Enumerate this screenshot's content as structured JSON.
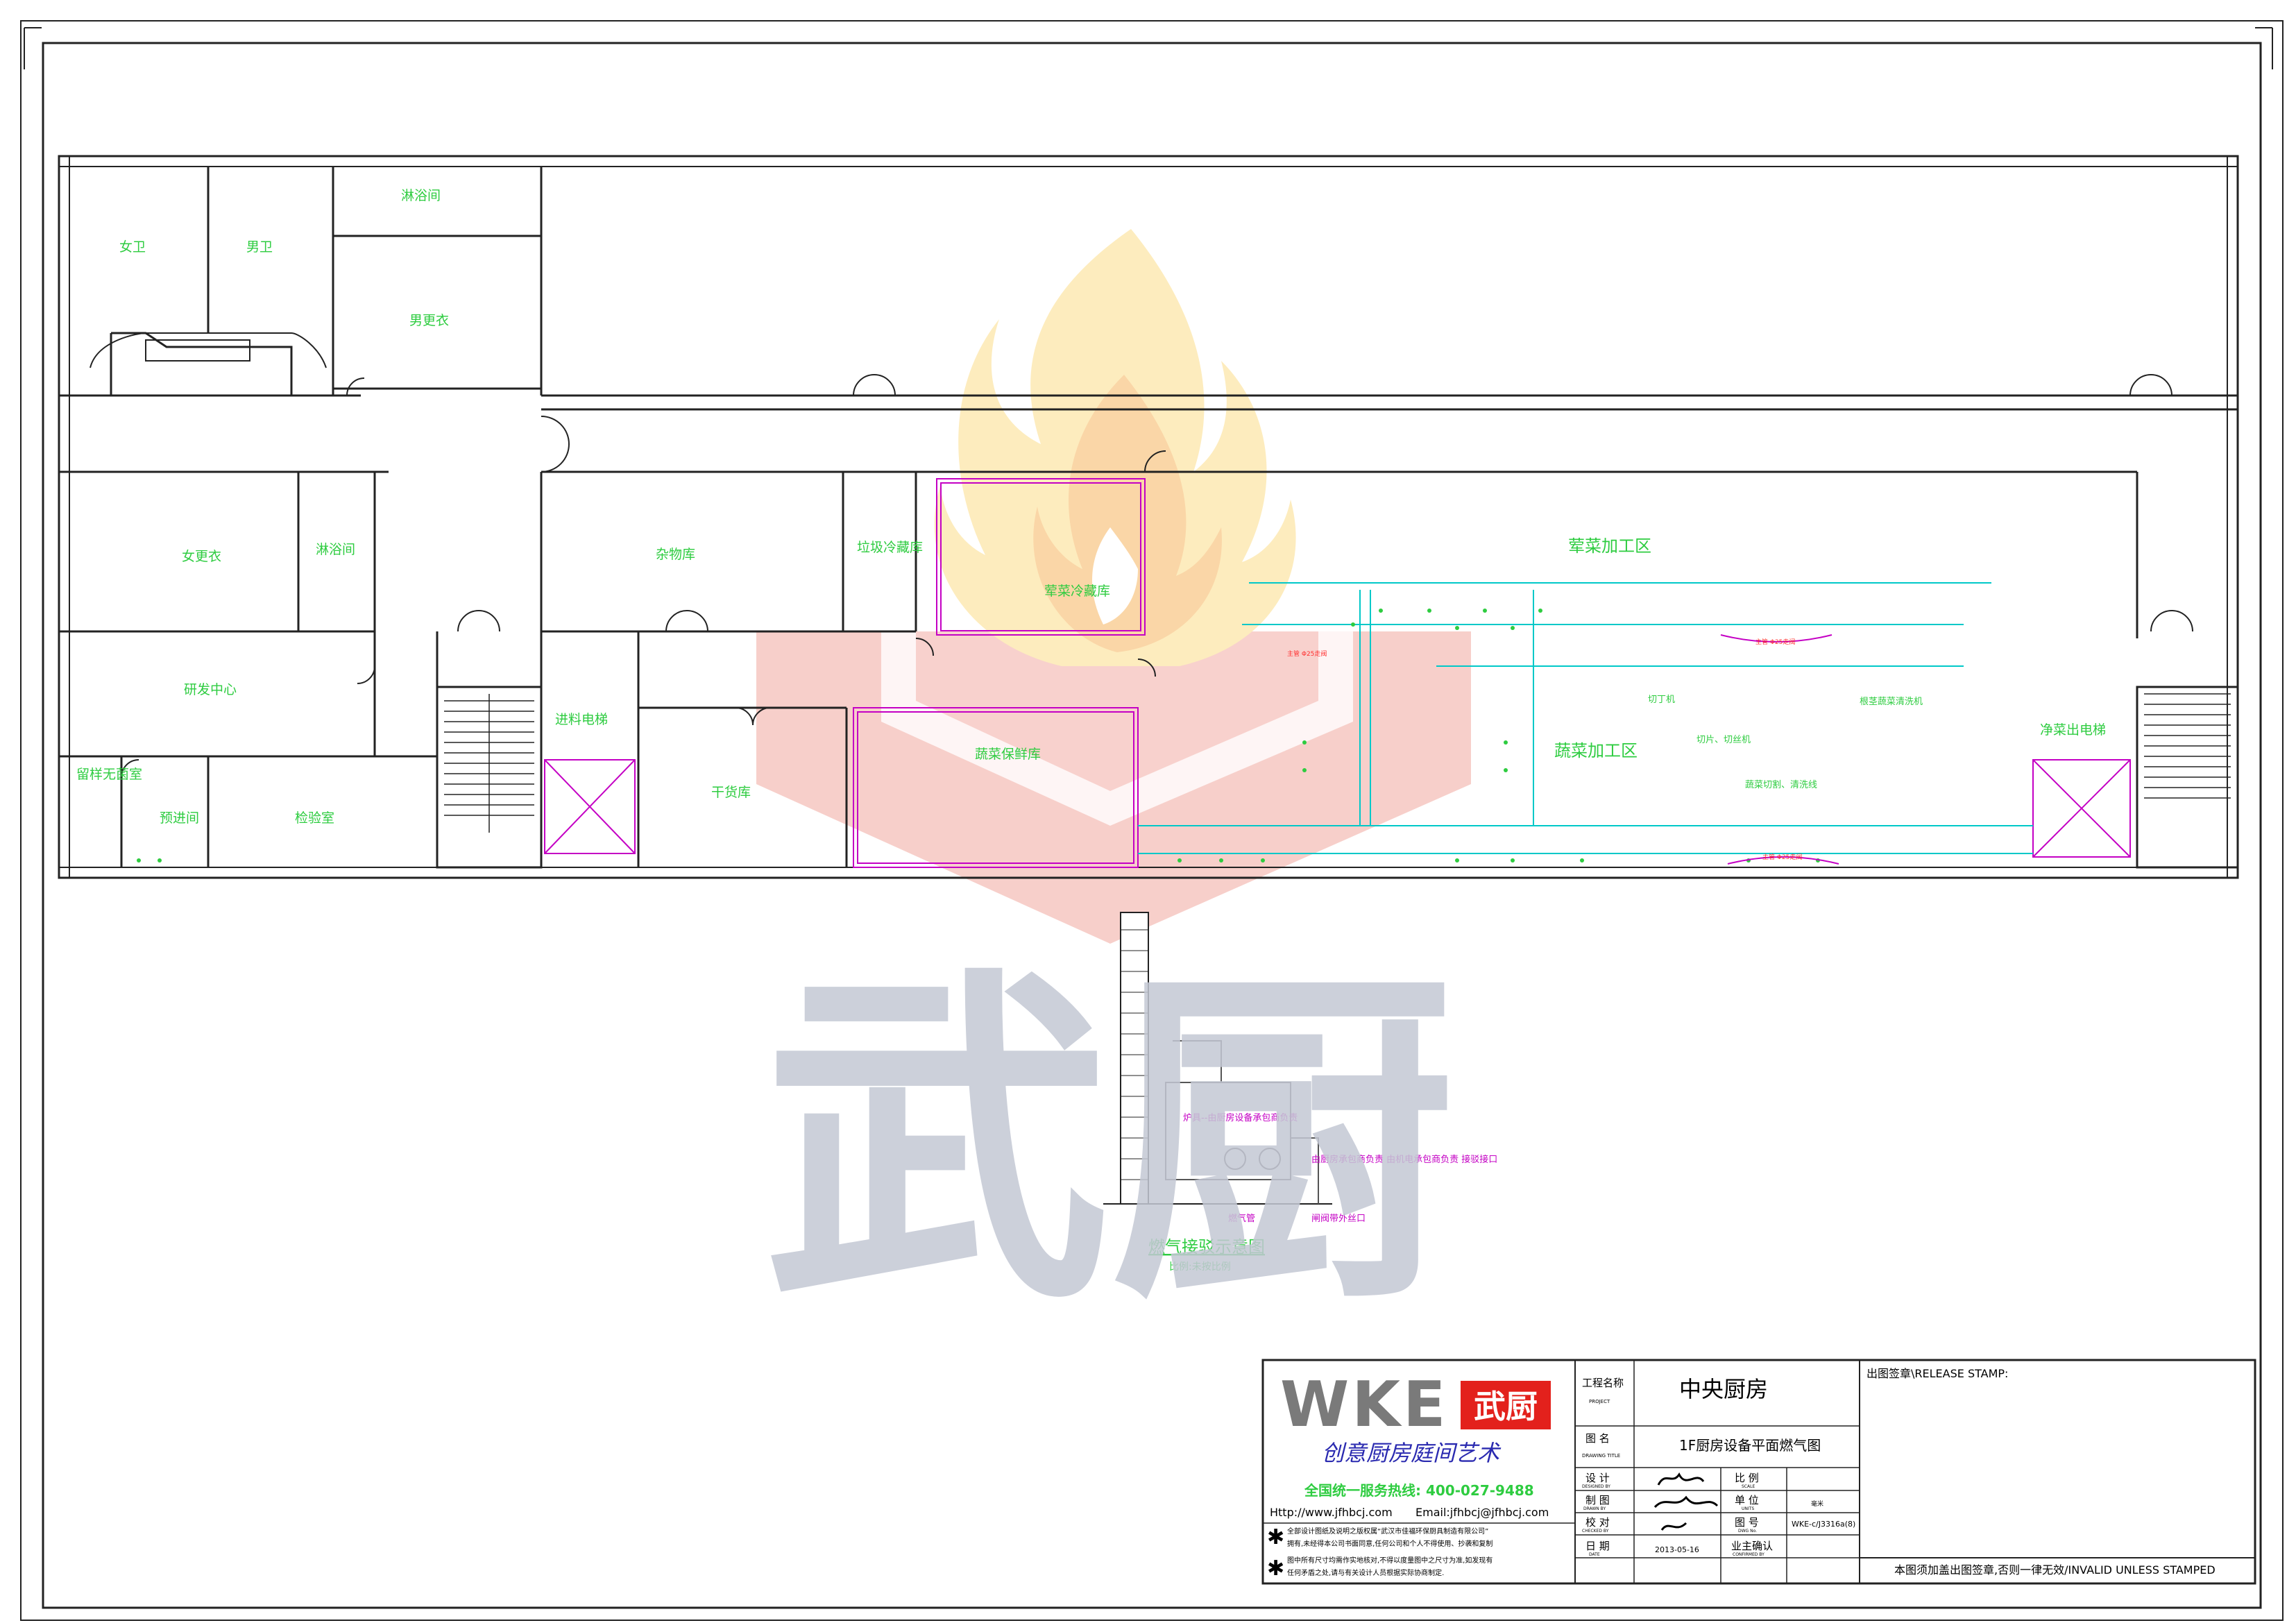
{
  "rooms": {
    "women_wc": "女卫",
    "men_wc": "男卫",
    "shower_top": "淋浴间",
    "men_changing": "男更衣",
    "women_changing": "女更衣",
    "shower_mid": "淋浴间",
    "rnd_center": "研发中心",
    "sample_room": "留样无菌室",
    "pre_entry": "预进间",
    "inspection": "检验室",
    "storage": "杂物库",
    "garbage_cold": "垃圾冷藏库",
    "meat_cold": "荤菜冷藏库",
    "meat_zone": "荤菜加工区",
    "veg_fresh": "蔬菜保鲜库",
    "dry_goods": "干货库",
    "receiving_elevator": "进料电梯",
    "veg_zone": "蔬菜加工区",
    "clean_elevator": "净菜出电梯"
  },
  "equipment": {
    "dicer": "切丁机",
    "slicer": "切片、切丝机",
    "root_washer": "根茎蔬菜清洗机",
    "leaf_washer": "蔬菜切割、清洗线"
  },
  "pipes": {
    "label_a": "主管 Φ25走阀",
    "label_b": "主管 Φ25走阀",
    "label_c": "主管 Φ25走阀"
  },
  "gas_diagram": {
    "title": "燃气接驳示意图",
    "scale": "比例:未按比例",
    "note_stove": "炉具--由厨房设备承包商负责",
    "note_pipe": "由厨房承包商负责\n由机电承包商负责\n接驳接口",
    "note_valve": "闸阀带外丝口",
    "note_gas": "燃气管"
  },
  "watermark": {
    "brand": "武厨"
  },
  "title_block": {
    "logo_text": "WKE",
    "logo_badge": "武厨",
    "slogan": "创意厨房庭间艺术",
    "hotline": "全国统一服务热线: 400-027-9488",
    "http": "Http://www.jfhbcj.com",
    "email": "Email:jfhbcj@jfhbcj.com",
    "copyright_1": "全部设计图纸及说明之版权属“武汉市佳福环保厨具制造有限公司”",
    "copyright_2": "拥有,未经得本公司书面同意,任何公司和个人不得使用、抄袭和复制",
    "copyright_3": "图中所有尺寸均需作实地核对,不得以度量图中之尺寸为准,如发现有",
    "copyright_4": "任何矛盾之处,请与有关设计人员根据实际协商制定.",
    "project_label": "工程名称",
    "project_label_en": "PROJECT",
    "project_name": "中央厨房",
    "drawing_label": "图 名",
    "drawing_label_en": "DRAWING TITLE",
    "drawing_name": "1F厨房设备平面燃气图",
    "designed_label": "设 计",
    "designed_en": "DESIGNED BY",
    "scale_label": "比 例",
    "scale_en": "SCALE",
    "drawn_label": "制 图",
    "drawn_en": "DRAWN BY",
    "unit_label": "单 位",
    "unit_en": "UNITS",
    "unit_value": "毫米",
    "checked_label": "校 对",
    "checked_en": "CHECKED BY",
    "number_label": "图 号",
    "number_en": "DWG No.",
    "number_value": "WKE-c/J3316a(8)",
    "date_label": "日 期",
    "date_en": "DATE",
    "date_value": "2013-05-16",
    "owner_label": "业主确认",
    "owner_en": "CONFIRMED BY",
    "release_label": "出图签章\\RELEASE STAMP:",
    "invalid_note": "本图须加盖出图签章,否则一律无效/INVALID UNLESS STAMPED"
  },
  "colors": {
    "wall": "#222222",
    "label": "#2ecc40",
    "cold_room": "#c400c4",
    "pipe": "#00c8c8",
    "gas_valve": "#ff2d2d",
    "flame_top": "#fde6a8",
    "flame_mid": "#f9c98a",
    "shield": "#f2a9a0",
    "watermark_text": "#c4c8d4"
  }
}
